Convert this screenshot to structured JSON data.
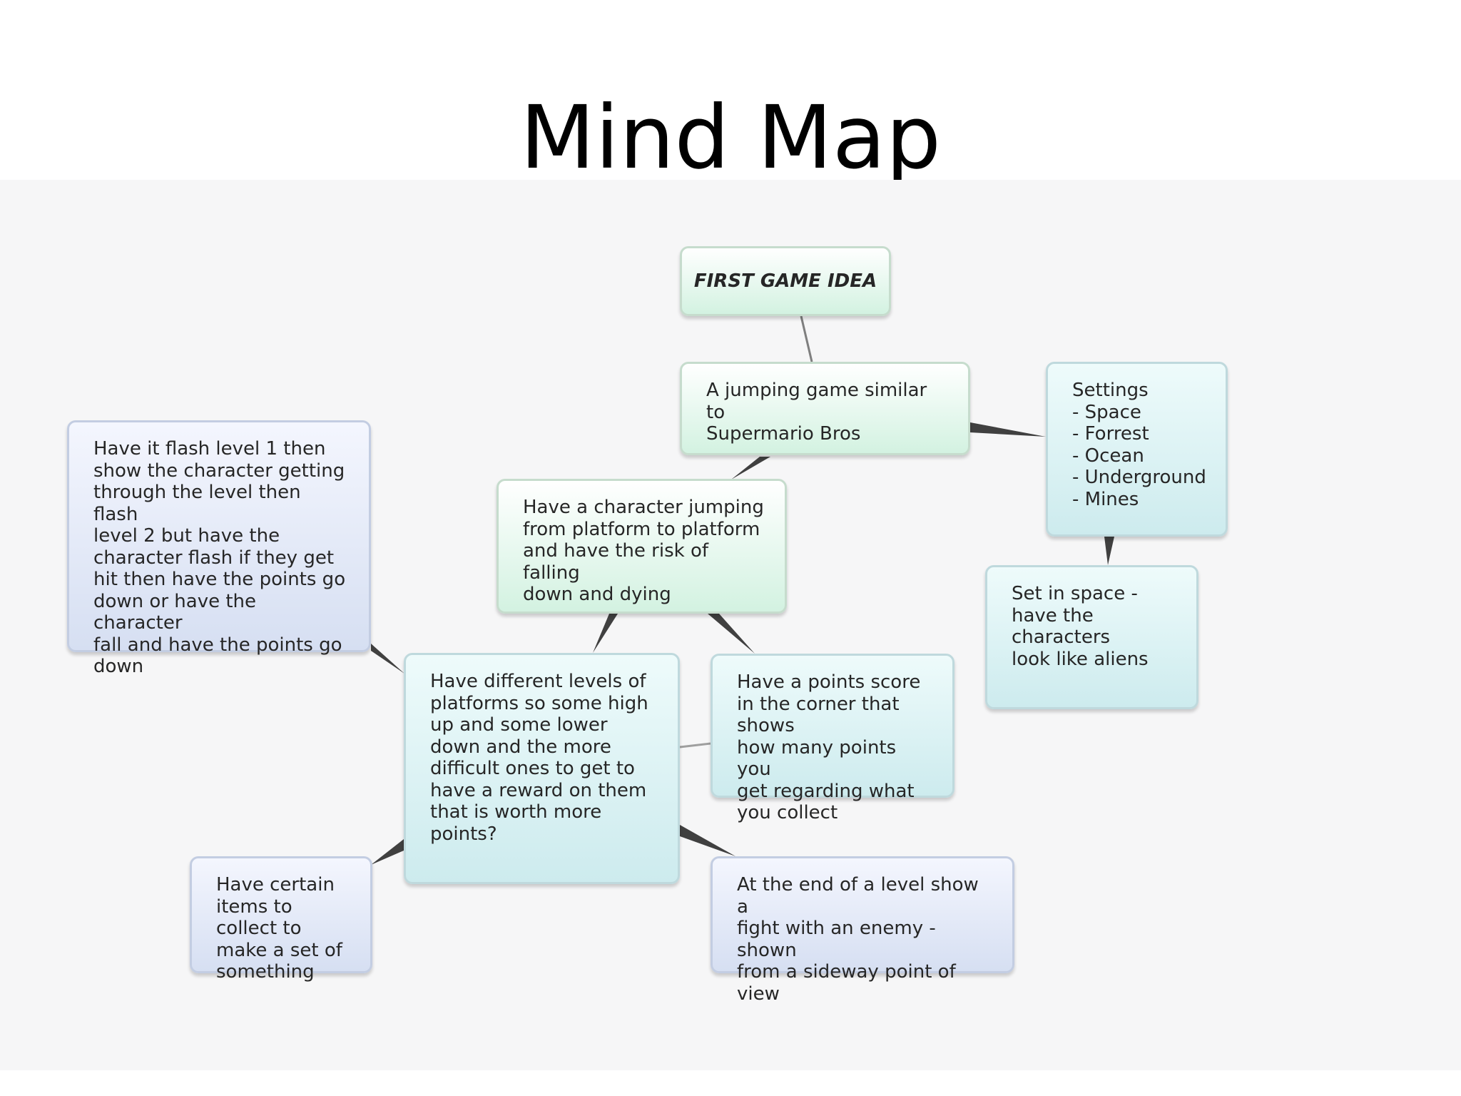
{
  "title": "Mind Map",
  "nodes": {
    "root": "FIRST GAME IDEA",
    "concept": "A jumping game similar to\nSupermario Bros",
    "settings": "Settings\n- Space\n- Forrest\n- Ocean\n- Underground\n- Mines",
    "space": "Set in space -\nhave the\ncharacters\nlook like aliens",
    "jumping": "Have a character jumping\nfrom platform to platform\nand have the risk of falling\ndown and dying",
    "flash": "Have it flash level 1 then\nshow the character getting\nthrough the level then flash\nlevel 2 but have the\ncharacter flash if they get\nhit then have the points go\ndown or have the character\nfall and have the points go\ndown",
    "levels": "Have different levels of\nplatforms so some high\nup and some lower\ndown and the more\ndifficult ones to get to\nhave a reward on them\nthat is worth more\npoints?",
    "points": "Have a points score\nin the corner that\nshows\nhow many points you\nget regarding what\nyou collect",
    "items": "Have certain\nitems to\ncollect to\nmake a set of\nsomething",
    "enemy": "At the end of a level show a\nfight with an enemy - shown\nfrom a sideway point of\nview"
  },
  "colors": {
    "green": "#d3f2e1",
    "aqua": "#cdebee",
    "purple": "#d6dff2",
    "connector": "#404040"
  }
}
